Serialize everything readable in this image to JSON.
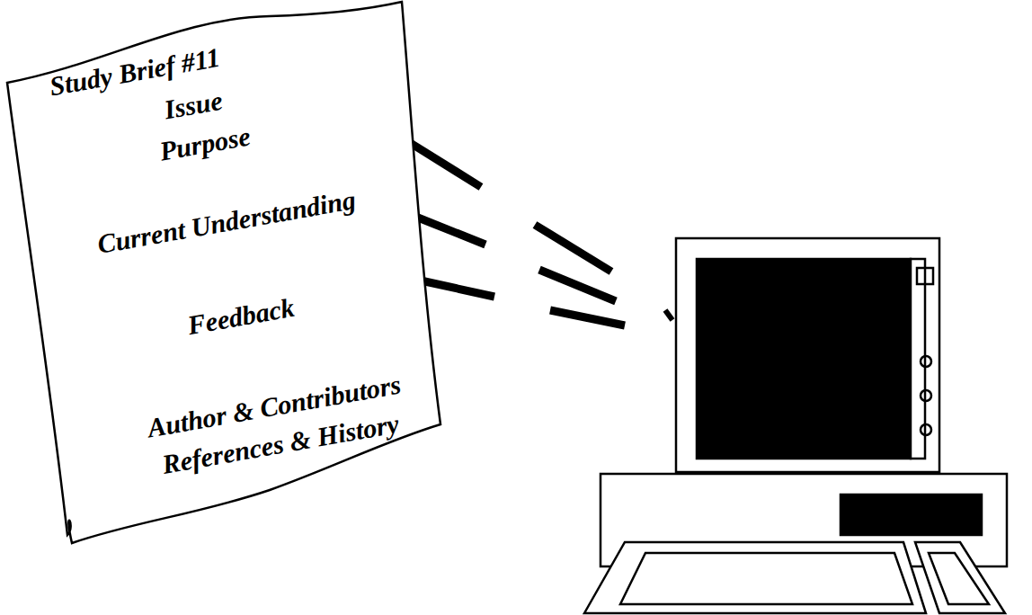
{
  "diagram": {
    "nodes": [
      {
        "text": [
          "Study Brief #11",
          "Issue",
          "Purpose",
          "Current Understanding",
          "Feedback",
          "Author & Contributors",
          "References & History"
        ]
      }
    ]
  }
}
